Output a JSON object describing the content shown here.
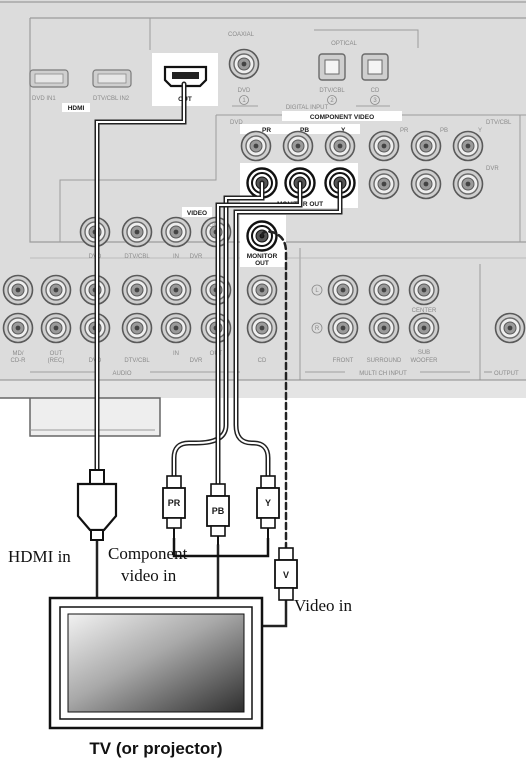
{
  "panel": {
    "hdmi_section_label": "HDMI",
    "hdmi_in1": "DVD IN1",
    "hdmi_in2": "DTV/CBL IN2",
    "hdmi_out": "OUT",
    "coaxial": "COAXIAL",
    "optical": "OPTICAL",
    "digital_dvd": "DVD",
    "digital_dtvcbl": "DTV/CBL",
    "digital_cd": "CD",
    "digital_n1": "1",
    "digital_n2": "2",
    "digital_n3": "3",
    "digital_input": "DIGITAL INPUT",
    "component_video": "COMPONENT VIDEO",
    "comp_dvd": "DVD",
    "comp_dtvcbl": "DTV/CBL",
    "comp_dvr": "DVR",
    "pr": "PR",
    "pb": "PB",
    "y": "Y",
    "monitor_out_component": "MONITOR OUT",
    "video": "VIDEO",
    "monitor_out_video_1": "MONITOR",
    "monitor_out_video_2": "OUT",
    "video_dvd": "DVD",
    "video_dtvcbl": "DTV/CBL",
    "video_in": "IN",
    "video_dvr": "DVR",
    "video_out": "OUT",
    "audio_md": "MD/",
    "audio_cdr": "CD-R",
    "audio_out": "OUT",
    "audio_rec": "(REC)",
    "audio_dvd": "DVD",
    "audio_dtvcbl": "DTV/CBL",
    "audio_in": "IN",
    "audio_dvr": "DVR",
    "audio_outb": "OUT",
    "audio_cd": "CD",
    "audio": "AUDIO",
    "l_mark": "L",
    "r_mark": "R",
    "front": "FRONT",
    "surround": "SURROUND",
    "center": "CENTER",
    "sub": "SUB",
    "woofer": "WOOFER",
    "multi_ch_input": "MULTI CH INPUT",
    "output": "OUTPUT"
  },
  "plugs": {
    "pr": "PR",
    "pb": "PB",
    "y": "Y",
    "v": "V"
  },
  "labels": {
    "hdmi_in": "HDMI in",
    "component_video_in_1": "Component",
    "component_video_in_2": "video in",
    "video_in": "Video in",
    "tv": "TV (or projector)"
  },
  "colors": {
    "panel": "#d9d9d9",
    "jack_ring": "#555555",
    "cable": "#222222",
    "highlight_box": "#ffffff"
  }
}
